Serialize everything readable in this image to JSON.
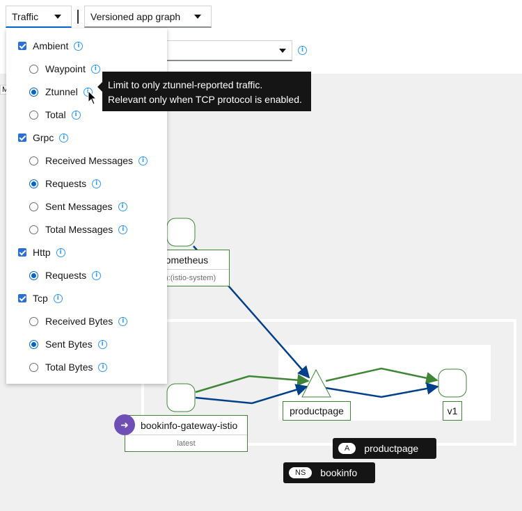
{
  "toolbar": {
    "traffic_label": "Traffic",
    "graph_type_label": "Versioned app graph"
  },
  "traffic_menu": {
    "groups": [
      {
        "label": "Ambient",
        "checked": true,
        "options": [
          {
            "label": "Waypoint",
            "selected": false
          },
          {
            "label": "Ztunnel",
            "selected": true
          },
          {
            "label": "Total",
            "selected": false
          }
        ]
      },
      {
        "label": "Grpc",
        "checked": true,
        "options": [
          {
            "label": "Received Messages",
            "selected": false
          },
          {
            "label": "Requests",
            "selected": true
          },
          {
            "label": "Sent Messages",
            "selected": false
          },
          {
            "label": "Total Messages",
            "selected": false
          }
        ]
      },
      {
        "label": "Http",
        "checked": true,
        "options": [
          {
            "label": "Requests",
            "selected": true
          }
        ]
      },
      {
        "label": "Tcp",
        "checked": true,
        "options": [
          {
            "label": "Received Bytes",
            "selected": false
          },
          {
            "label": "Sent Bytes",
            "selected": true
          },
          {
            "label": "Total Bytes",
            "selected": false
          }
        ]
      }
    ]
  },
  "tooltip": {
    "line1": "Limit to only ztunnel-reported traffic.",
    "line2": "Relevant only when TCP protocol is enabled."
  },
  "graph": {
    "prometheus_label": "rometheus",
    "prometheus_namespace": "):(istio-system)",
    "truncated_label": "M",
    "productpage_label": "productpage",
    "v1_label": "v1",
    "gateway_label": "bookinfo-gateway-istio",
    "gateway_version": "latest",
    "app_box": {
      "tag": "A",
      "label": "productpage"
    },
    "namespace_box": {
      "tag": "NS",
      "label": "bookinfo"
    },
    "colors": {
      "healthy_edge": "#3e8635",
      "tcp_edge": "#003f8a",
      "node_border": "#3e8635"
    }
  },
  "icons": {
    "info": "i",
    "gateway": "➜"
  }
}
